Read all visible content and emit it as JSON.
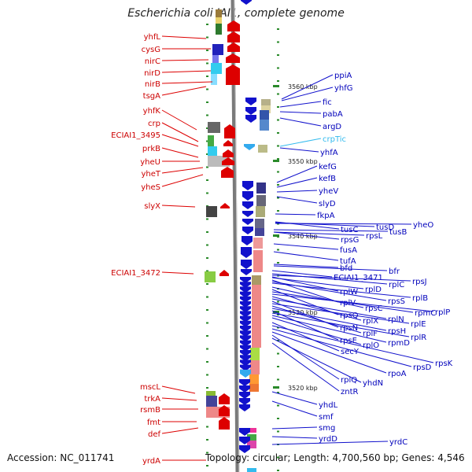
{
  "title": "Escherichia coli IAI1, complete genome",
  "accession": "Accession: NC_011741",
  "topology": "Topology: circular; Length: 4,700,560 bp; Genes: 4,546",
  "colors": {
    "left_strand": "#dd0000",
    "right_strand": "#1111cc",
    "left_label": "#cc0000",
    "right_label": "#0000bb",
    "tick": "#2a8a2a",
    "highlight_label": "#33bbee"
  },
  "kbp_markers": [
    "3560 kbp",
    "3550 kbp",
    "3540 kbp",
    "3530 kbp",
    "3520 kbp"
  ],
  "left_genes": [
    "yhfL",
    "cysG",
    "nirC",
    "nirD",
    "nirB",
    "tsgA",
    "yhfK",
    "crp",
    "ECIAI1_3495",
    "prkB",
    "yheU",
    "yheT",
    "yheS",
    "slyX",
    "ECIAI1_3472",
    "mscL",
    "trkA",
    "rsmB",
    "fmt",
    "def",
    "yrdA"
  ],
  "right_genes": [
    "ppiA",
    "yhfG",
    "fic",
    "pabA",
    "argD",
    "crpTic",
    "yhfA",
    "kefG",
    "kefB",
    "yheV",
    "slyD",
    "fkpA",
    "tusC",
    "tusD",
    "yheO",
    "rpsG",
    "rpsL",
    "tusB",
    "fusA",
    "tufA",
    "bfd",
    "bfr",
    "ECIAI1_3471",
    "rplC",
    "rpsJ",
    "rplW",
    "rplD",
    "rplV",
    "rpsS",
    "rplB",
    "rpsC",
    "rpsQ",
    "rpmC",
    "rplP",
    "rplX",
    "rplN",
    "rpsN",
    "rplE",
    "rplF",
    "rpsH",
    "rpsE",
    "rplR",
    "rpmD",
    "rplO",
    "secY",
    "rpsK",
    "rpsD",
    "rpoA",
    "rplQ",
    "yhdN",
    "zntR",
    "yhdL",
    "smf",
    "smg",
    "yrdD",
    "yrdC"
  ]
}
